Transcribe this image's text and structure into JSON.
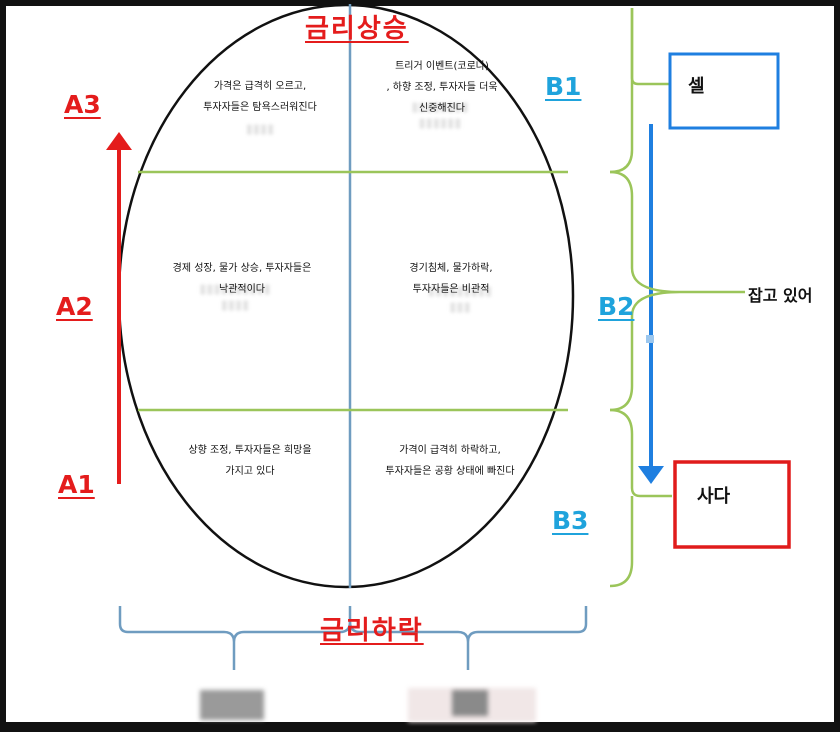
{
  "diagram": {
    "title_top": "금리상승",
    "title_bottom": "금리하락",
    "left_labels": {
      "a3": "A3",
      "a2": "A2",
      "a1": "A1"
    },
    "right_labels": {
      "b1": "B1",
      "b2": "B2",
      "b3": "B3"
    },
    "quadrants": {
      "top_left": "가격은 급격히 오르고,\n투자자들은 탐욕스러워진다",
      "top_right": "트리거 이벤트(코로나)\n, 하향 조정, 투자자들 더욱\n신중해진다",
      "mid_left": "경제 성장, 물가 상승, 투자자들은\n낙관적이다",
      "mid_right": "경기침체, 물가하락,\n투자자들은 비관적",
      "bottom_left": "상향 조정, 투자자들은 희망을\n가지고 있다",
      "bottom_right": "가격이 급격히 하락하고,\n투자자들은 공황 상태에 빠진다"
    },
    "sell_box": "셀",
    "buy_box": "사다",
    "hold_label": "잡고 있어",
    "colors": {
      "red": "#e41c1c",
      "blue_label": "#1fa3dc",
      "blue_arrow": "#1f7fe0",
      "green_line": "#9bc55a",
      "steel_blue": "#6f9cc0",
      "sell_border": "#1f7fe0",
      "buy_border": "#e01b1b"
    }
  }
}
